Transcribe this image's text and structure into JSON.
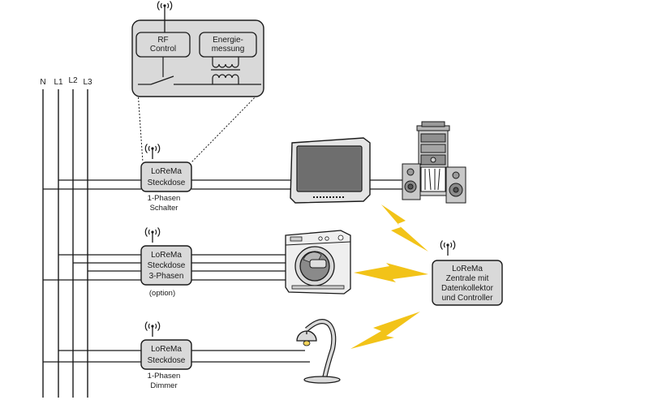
{
  "bus_labels": [
    "N",
    "L1",
    "L2",
    "L3"
  ],
  "detail_box": {
    "rf_control": [
      "RF",
      "Control"
    ],
    "energy": [
      "Energie-",
      "messung"
    ]
  },
  "outlets": [
    {
      "name": [
        "LoReMa",
        "Steckdose"
      ],
      "caption": [
        "1-Phasen",
        "Schalter"
      ]
    },
    {
      "name": [
        "LoReMa",
        "Steckdose",
        "3-Phasen"
      ],
      "caption": [
        "(option)"
      ]
    },
    {
      "name": [
        "LoReMa",
        "Steckdose"
      ],
      "caption": [
        "1-Phasen",
        "Dimmer"
      ]
    }
  ],
  "central": {
    "lines": [
      "LoReMa",
      "Zentrale mit",
      "Datenkollektor",
      "und Controller"
    ]
  },
  "devices": [
    "tv",
    "stereo",
    "washing-machine",
    "lamp"
  ],
  "icons": [
    "antenna-icon",
    "lightning-icon"
  ],
  "colors": {
    "box_fill": "#d9d9d9",
    "lightning": "#f2c318",
    "line": "#1a1a1a"
  }
}
